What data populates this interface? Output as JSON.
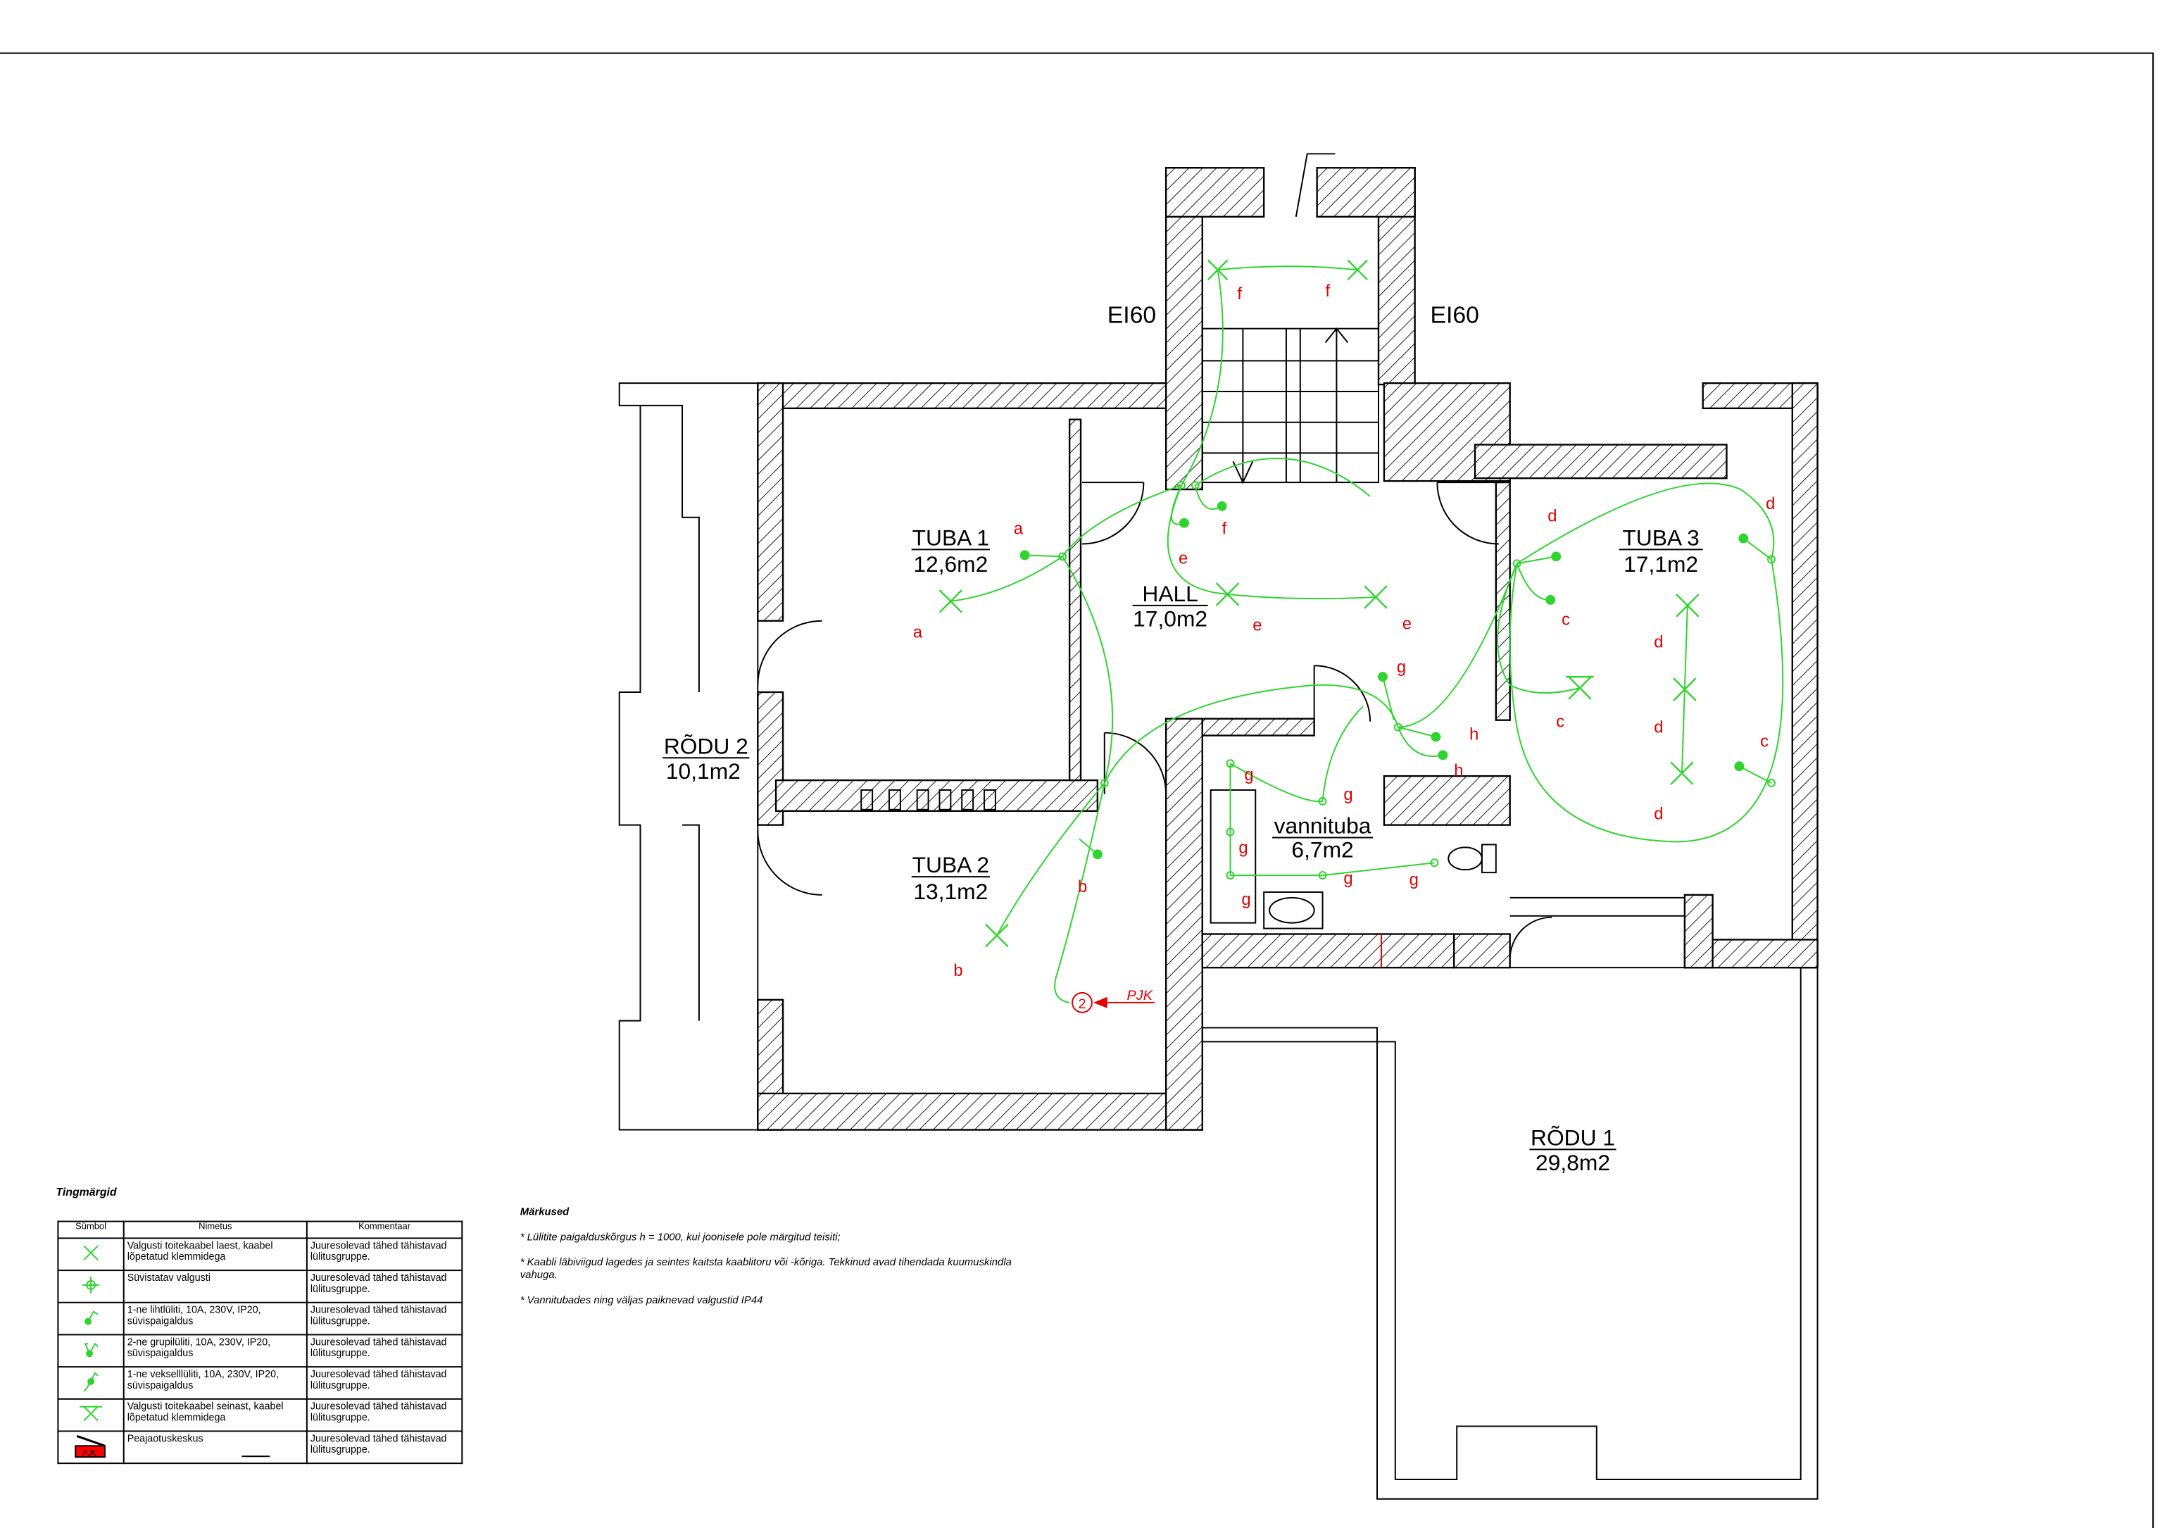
{
  "plan": {
    "rooms": [
      {
        "name": "TUBA 1",
        "area": "12,6m2"
      },
      {
        "name": "HALL",
        "area": "17,0m2"
      },
      {
        "name": "TUBA 3",
        "area": "17,1m2"
      },
      {
        "name": "RÕDU 2",
        "area": "10,1m2"
      },
      {
        "name": "TUBA 2",
        "area": "13,1m2"
      },
      {
        "name": "vannituba",
        "area": "6,7m2"
      },
      {
        "name": "RÕDU 1",
        "area": "29,8m2"
      }
    ],
    "fire_rating_left": "EI60",
    "fire_rating_right": "EI60",
    "panel_label": "PJK",
    "panel_number": "2",
    "circuit_labels": [
      "a",
      "a",
      "f",
      "f",
      "f",
      "e",
      "e",
      "e",
      "d",
      "d",
      "c",
      "d",
      "c",
      "d",
      "c",
      "d",
      "g",
      "h",
      "h",
      "g",
      "g",
      "g",
      "g",
      "g",
      "g",
      "b",
      "b"
    ],
    "colors": {
      "wiring": "#2fd42f",
      "labels": "#e00000",
      "walls": "#000000"
    }
  },
  "legend": {
    "title": "Tingmärgid",
    "headers": [
      "Sümbol",
      "Nimetus",
      "Kommentaar"
    ],
    "rows": [
      {
        "icon": "ceiling-light-icon",
        "name": "Valgusti toitekaabel laest, kaabel lõpetatud klemmidega",
        "comment": "Juuresolevad tähed tähistavad lülitusgruppe."
      },
      {
        "icon": "recessed-light-icon",
        "name": "Süvistatav valgusti",
        "comment": "Juuresolevad tähed tähistavad lülitusgruppe."
      },
      {
        "icon": "single-switch-icon",
        "name": "1-ne lihtlüliti, 10A, 230V, IP20, süvispaigaldus",
        "comment": "Juuresolevad tähed tähistavad lülitusgruppe."
      },
      {
        "icon": "double-switch-icon",
        "name": "2-ne grupilüliti, 10A, 230V, IP20, süvispaigaldus",
        "comment": "Juuresolevad tähed tähistavad lülitusgruppe."
      },
      {
        "icon": "two-way-switch-icon",
        "name": "1-ne vekselllüliti, 10A, 230V, IP20, süvispaigaldus",
        "comment": "Juuresolevad tähed tähistavad lülitusgruppe."
      },
      {
        "icon": "wall-light-icon",
        "name": "Valgusti toitekaabel seinast, kaabel lõpetatud klemmidega",
        "comment": "Juuresolevad tähed tähistavad lülitusgruppe."
      },
      {
        "icon": "main-panel-icon",
        "name": "Peajaotuskeskus",
        "comment": "Juuresolevad tähed tähistavad lülitusgruppe.",
        "icon_text": "PJK"
      }
    ]
  },
  "notes": {
    "title": "Märkused",
    "items": [
      "* Lülitite paigalduskõrgus h = 1000, kui joonisele pole märgitud teisiti;",
      "* Kaabli läbiviigud lagedes ja seintes kaitsta kaablitoru või -kõriga.   Tekkinud avad tihendada kuumuskindla vahuga.",
      "* Vannitubades ning väljas paiknevad valgustid IP44"
    ]
  }
}
